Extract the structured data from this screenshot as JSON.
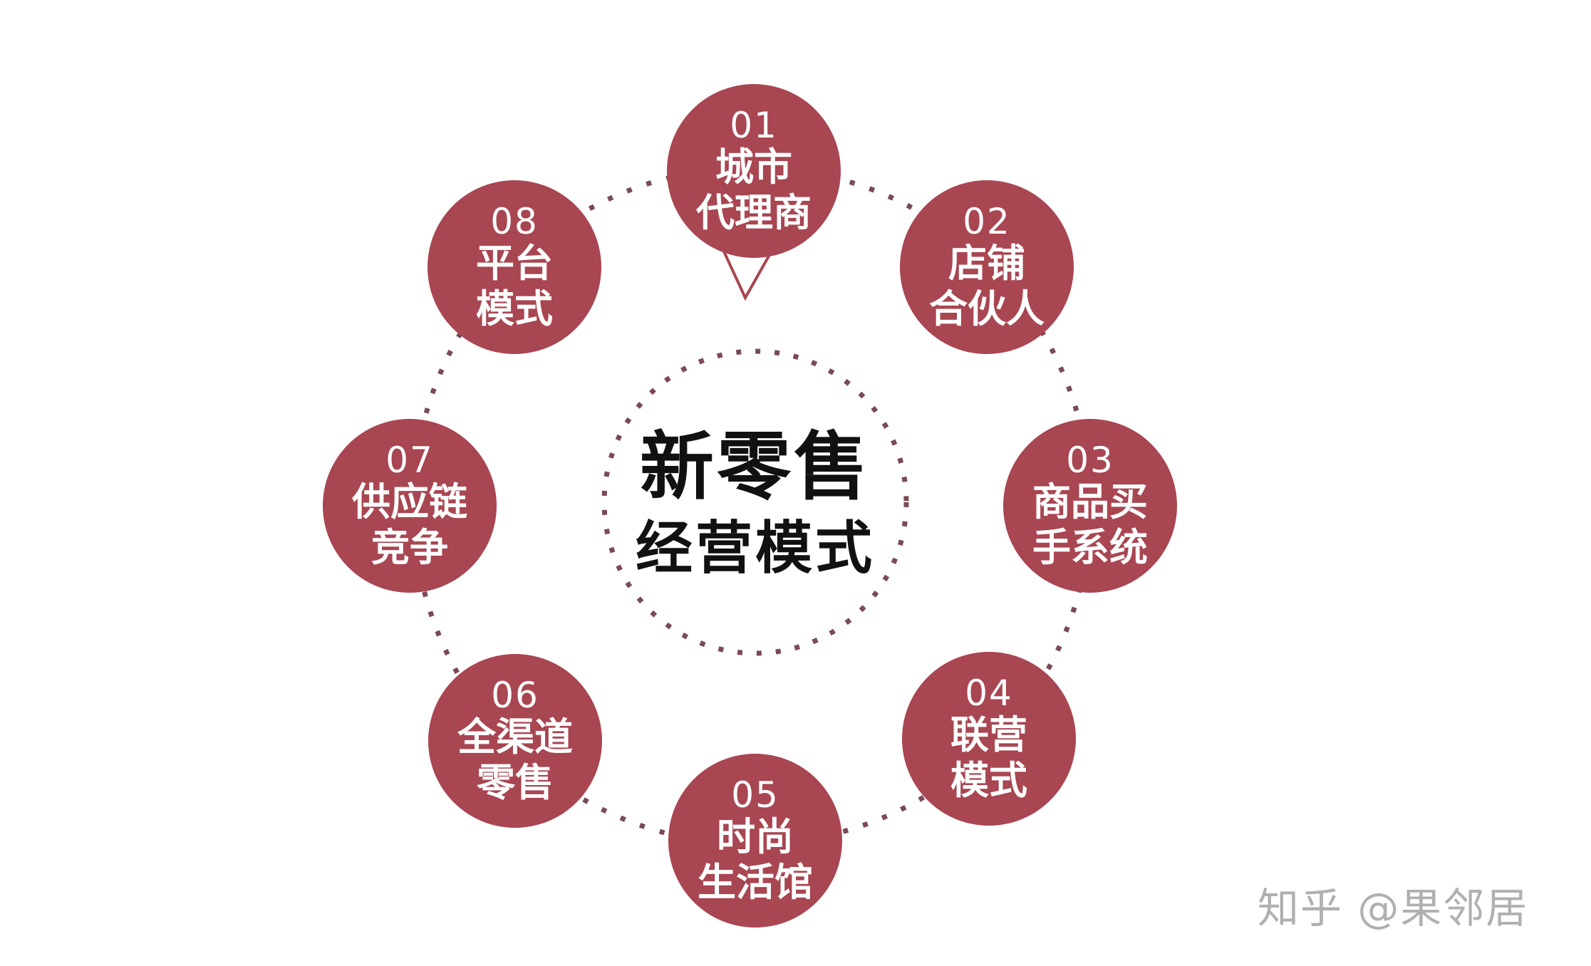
{
  "diagram": {
    "center": {
      "title": "新零售",
      "subtitle": "经营模式"
    },
    "nodes": [
      {
        "number": "01",
        "line1": "城市",
        "line2": "代理商"
      },
      {
        "number": "02",
        "line1": "店铺",
        "line2": "合伙人"
      },
      {
        "number": "03",
        "line1": "商品买",
        "line2": "手系统"
      },
      {
        "number": "04",
        "line1": "联营",
        "line2": "模式"
      },
      {
        "number": "05",
        "line1": "时尚",
        "line2": "生活馆"
      },
      {
        "number": "06",
        "line1": "全渠道",
        "line2": "零售"
      },
      {
        "number": "07",
        "line1": "供应链",
        "line2": "竞争"
      },
      {
        "number": "08",
        "line1": "平台",
        "line2": "模式"
      }
    ],
    "colors": {
      "node_fill": "#a84652",
      "dot_color": "#7a4a55",
      "center_text": "#111111",
      "watermark": "#b0b0b0"
    }
  },
  "watermark": "知乎 @果邻居"
}
